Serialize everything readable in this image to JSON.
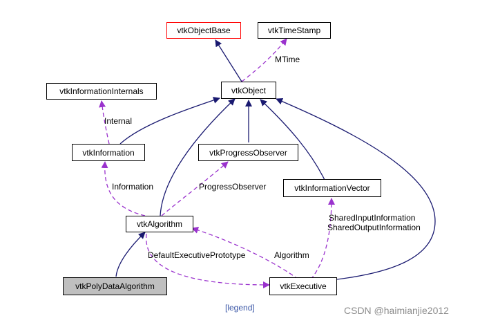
{
  "nodes": {
    "vtkObjectBase": "vtkObjectBase",
    "vtkTimeStamp": "vtkTimeStamp",
    "vtkInformationInternals": "vtkInformationInternals",
    "vtkObject": "vtkObject",
    "vtkInformation": "vtkInformation",
    "vtkProgressObserver": "vtkProgressObserver",
    "vtkInformationVector": "vtkInformationVector",
    "vtkAlgorithm": "vtkAlgorithm",
    "vtkPolyDataAlgorithm": "vtkPolyDataAlgorithm",
    "vtkExecutive": "vtkExecutive"
  },
  "edge_labels": {
    "mtime": "MTime",
    "internal": "Internal",
    "information": "Information",
    "progress_observer": "ProgressObserver",
    "shared_input": "SharedInputInformation",
    "shared_output": "SharedOutputInformation",
    "default_executive": "DefaultExecutivePrototype",
    "algorithm": "Algorithm"
  },
  "legend_link": "[legend]",
  "watermark": "CSDN @haimianjie2012",
  "colors": {
    "inheritance": "#191970",
    "usage": "#9a32cd",
    "highlight_border": "#ff0000",
    "focus_fill": "#bfbfbf",
    "legend_link": "#3a56a6"
  }
}
